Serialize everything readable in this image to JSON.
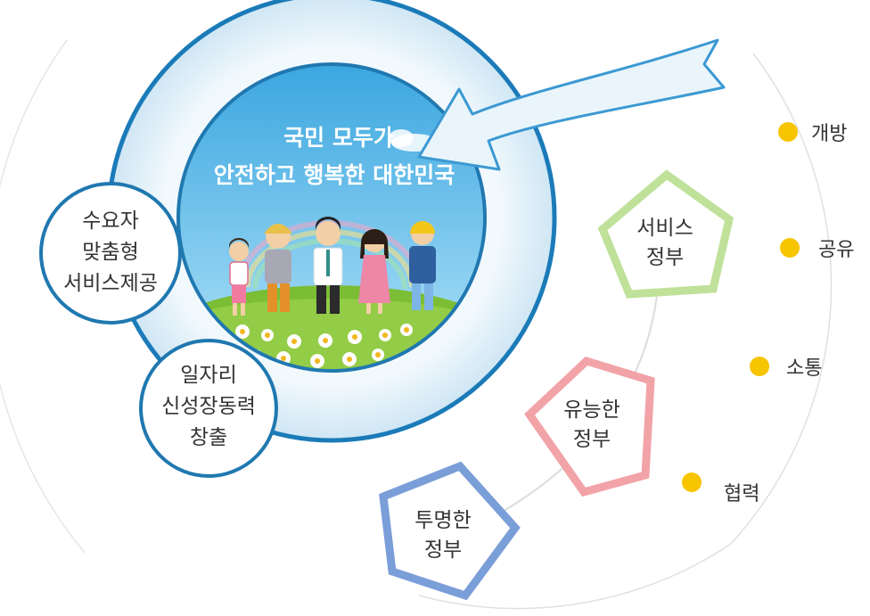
{
  "center": {
    "title_line1": "국민 모두가",
    "title_line2": "안전하고 행복한 대한민국"
  },
  "side_circles": [
    {
      "id": "demand",
      "lines": [
        "수요자",
        "맞춤형",
        "서비스제공"
      ]
    },
    {
      "id": "jobs",
      "lines": [
        "일자리",
        "신성장동력",
        "창출"
      ]
    }
  ],
  "pentagons": [
    {
      "id": "service",
      "lines": [
        "서비스",
        "정부"
      ],
      "color": "#bfe19a"
    },
    {
      "id": "capable",
      "lines": [
        "유능한",
        "정부"
      ],
      "color": "#f2a3a8"
    },
    {
      "id": "transparent",
      "lines": [
        "투명한",
        "정부"
      ],
      "color": "#7a9ed8"
    }
  ],
  "values": [
    {
      "id": "openness",
      "label": "개방"
    },
    {
      "id": "sharing",
      "label": "공유"
    },
    {
      "id": "communication",
      "label": "소통"
    },
    {
      "id": "cooperation",
      "label": "협력"
    }
  ],
  "colors": {
    "ring_light": "#d6eaf6",
    "ring_border": "#1b7bb9",
    "circle_border": "#2078b0",
    "sky": "#56b6e6",
    "grass": "#86c23c",
    "dot": "#f7c400",
    "arc": "#e0e0e0"
  }
}
